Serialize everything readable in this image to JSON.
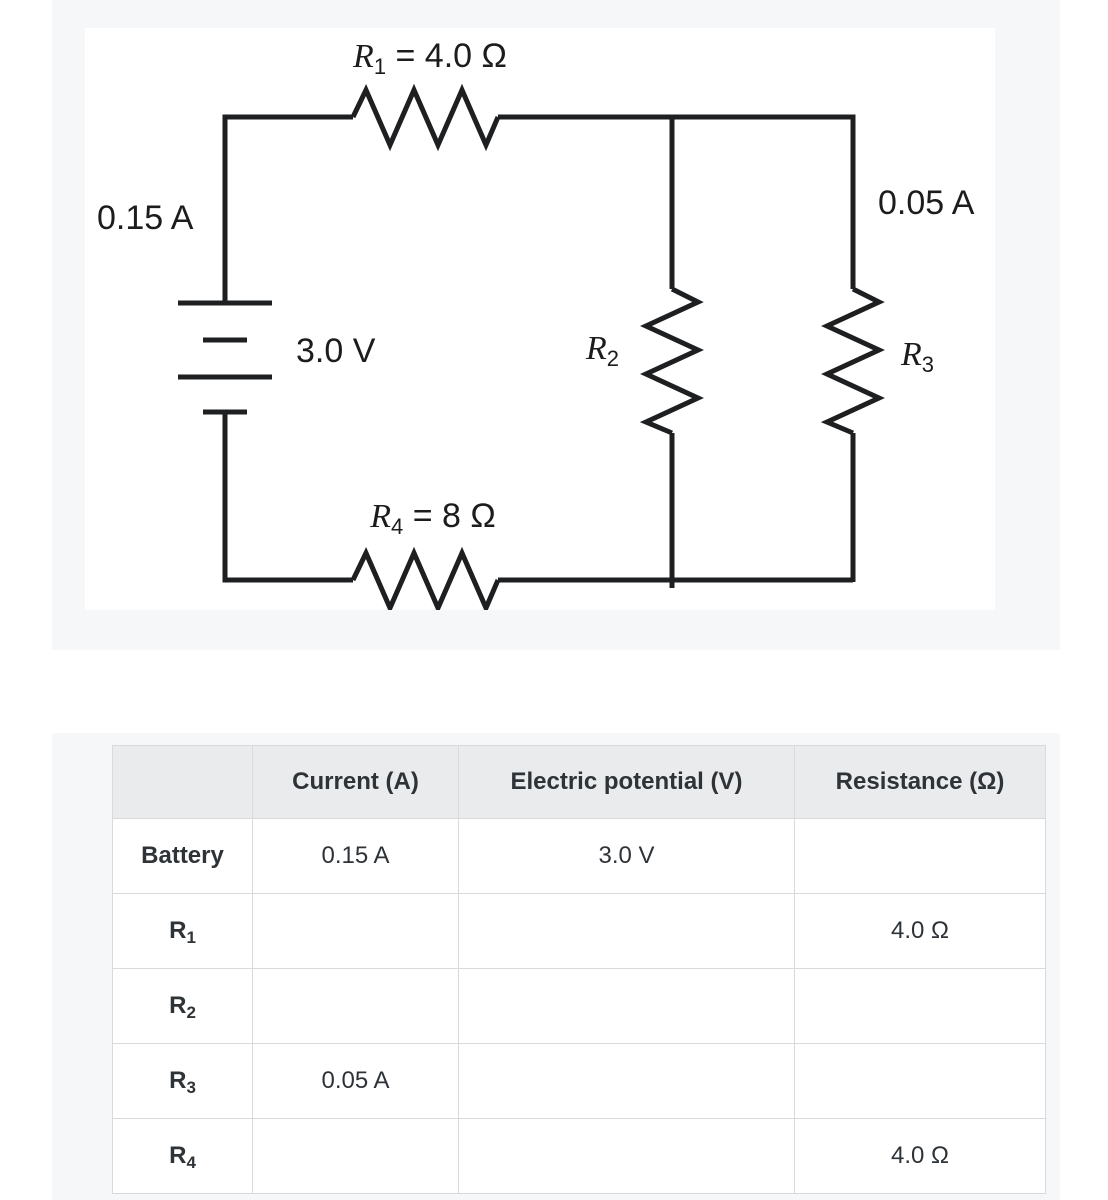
{
  "colors": {
    "wire": "#1e1f21",
    "section_background": "#f6f7f8",
    "panel_background": "#ffffff",
    "table_header_background": "#e9ebec",
    "table_border": "#d8dadc",
    "text": "#2e3338"
  },
  "circuit": {
    "labels": {
      "r1": {
        "symbol": "R",
        "sub": "1",
        "rest": " = 4.0 Ω"
      },
      "r2": {
        "symbol": "R",
        "sub": "2"
      },
      "r3": {
        "symbol": "R",
        "sub": "3"
      },
      "r4": {
        "symbol": "R",
        "sub": "4",
        "rest": " = 8 Ω"
      },
      "battery_current": "0.15 A",
      "battery_voltage": "3.0 V",
      "r3_current": "0.05 A"
    }
  },
  "table": {
    "headers": {
      "label": "",
      "current": "Current (A)",
      "potential": "Electric potential (V)",
      "resistance": "Resistance (Ω)"
    },
    "rows": [
      {
        "label": "Battery",
        "sub": "",
        "current": "0.15 A",
        "potential": "3.0 V",
        "resistance": ""
      },
      {
        "label": "R",
        "sub": "1",
        "current": "",
        "potential": "",
        "resistance": "4.0 Ω"
      },
      {
        "label": "R",
        "sub": "2",
        "current": "",
        "potential": "",
        "resistance": ""
      },
      {
        "label": "R",
        "sub": "3",
        "current": "0.05 A",
        "potential": "",
        "resistance": ""
      },
      {
        "label": "R",
        "sub": "4",
        "current": "",
        "potential": "",
        "resistance": "4.0 Ω"
      }
    ]
  }
}
